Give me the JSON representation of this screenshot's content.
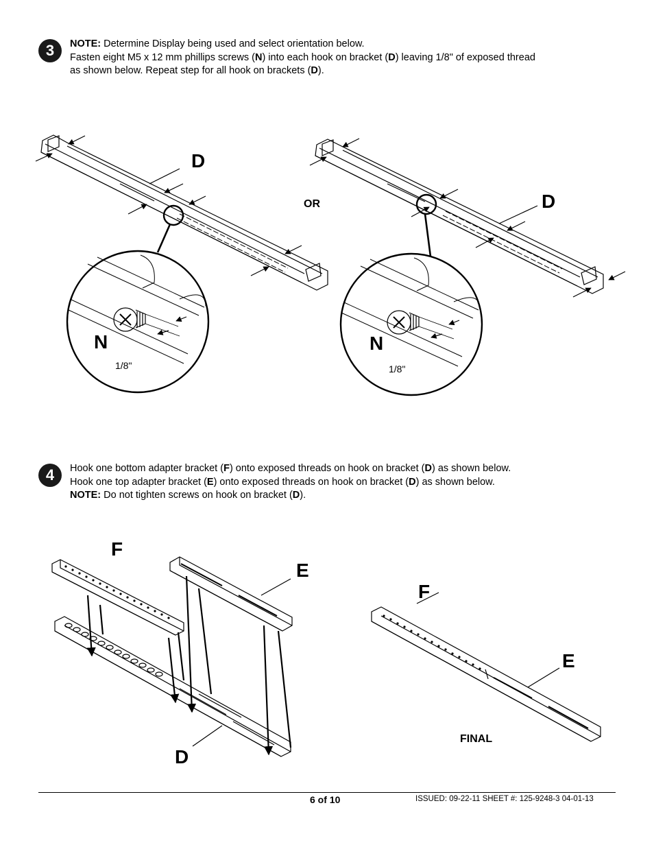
{
  "step3": {
    "number": "3",
    "note_label": "NOTE:",
    "note_text": " Determine Display being used and select orientation below.",
    "line2_a": "Fasten eight M5 x 12 mm phillips screws (",
    "line2_b": "N",
    "line2_c": ") into each hook on bracket (",
    "line2_d": "D",
    "line2_e": ") leaving 1/8\" of exposed thread",
    "line3_a": "as shown below. Repeat step for all hook on brackets (",
    "line3_b": "D",
    "line3_c": ")."
  },
  "step3_diagram": {
    "label_d_left": "D",
    "label_d_right": "D",
    "or_label": "OR",
    "label_n_left": "N",
    "label_n_right": "N",
    "dim_left": "1/8\"",
    "dim_right": "1/8\""
  },
  "step4": {
    "number": "4",
    "line1_a": "Hook one bottom adapter bracket (",
    "line1_b": "F",
    "line1_c": ") onto exposed threads on hook on bracket (",
    "line1_d": "D",
    "line1_e": ") as shown below.",
    "line2_a": "Hook one top adapter bracket (",
    "line2_b": "E",
    "line2_c": ") onto exposed threads on hook on bracket (",
    "line2_d": "D",
    "line2_e": ") as shown below.",
    "note_label": "NOTE:",
    "note_a": " Do not tighten screws on hook on bracket (",
    "note_b": "D",
    "note_c": ")."
  },
  "step4_diagram": {
    "label_f": "F",
    "label_e": "E",
    "label_d": "D",
    "label_f_final": "F",
    "label_e_final": "E",
    "final_label": "FINAL"
  },
  "footer": {
    "page": "6 of 10",
    "issued": "ISSUED: 09-22-11  SHEET #:  125-9248-3  04-01-13"
  }
}
